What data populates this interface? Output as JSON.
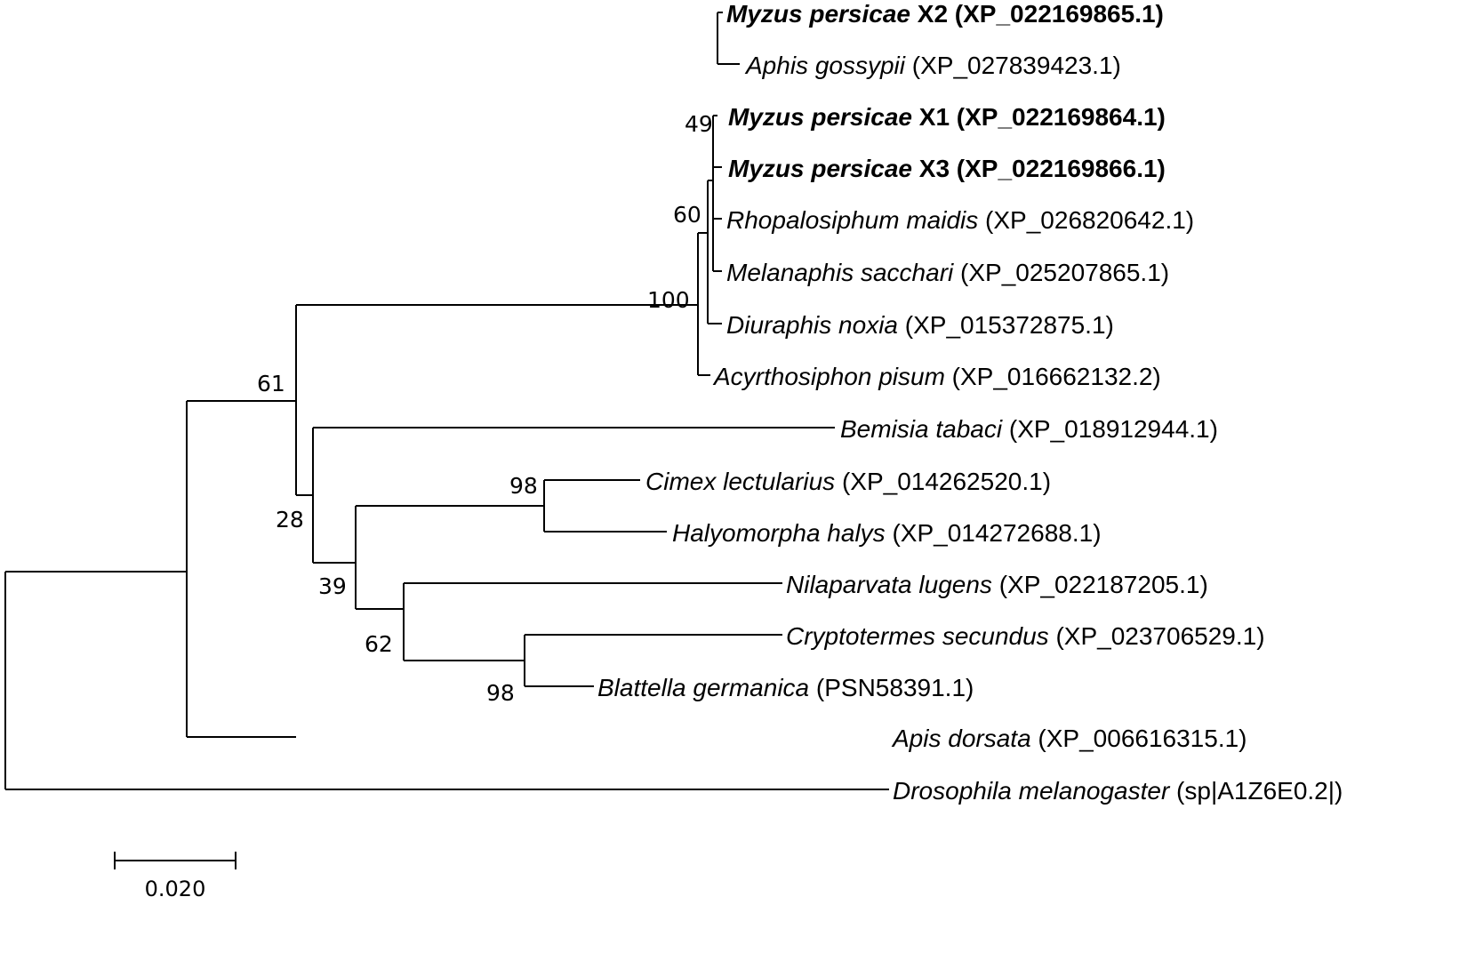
{
  "tree": {
    "taxa": [
      {
        "id": "myzus_x2",
        "species": "Myzus persicae",
        "accession": "X2 (XP_022169865.1)",
        "bold": true
      },
      {
        "id": "aphis",
        "species": "Aphis gossypii",
        "accession": "(XP_027839423.1)",
        "bold": false
      },
      {
        "id": "myzus_x1",
        "species": "Myzus persicae",
        "accession": "X1 (XP_022169864.1)",
        "bold": true
      },
      {
        "id": "myzus_x3",
        "species": "Myzus persicae",
        "accession": "X3 (XP_022169866.1)",
        "bold": true
      },
      {
        "id": "rhopalosiphum",
        "species": "Rhopalosiphum maidis",
        "accession": "(XP_026820642.1)",
        "bold": false
      },
      {
        "id": "melanaphis",
        "species": "Melanaphis sacchari",
        "accession": "(XP_025207865.1)",
        "bold": false
      },
      {
        "id": "diuraphis",
        "species": "Diuraphis noxia",
        "accession": "(XP_015372875.1)",
        "bold": false
      },
      {
        "id": "acyrthosiphon",
        "species": "Acyrthosiphon pisum",
        "accession": "(XP_016662132.2)",
        "bold": false
      },
      {
        "id": "bemisia",
        "species": "Bemisia tabaci",
        "accession": "(XP_018912944.1)",
        "bold": false
      },
      {
        "id": "cimex",
        "species": "Cimex lectularius",
        "accession": "(XP_014262520.1)",
        "bold": false
      },
      {
        "id": "halyomorpha",
        "species": "Halyomorpha halys",
        "accession": "(XP_014272688.1)",
        "bold": false
      },
      {
        "id": "nilaparvata",
        "species": "Nilaparvata lugens",
        "accession": "(XP_022187205.1)",
        "bold": false
      },
      {
        "id": "cryptotermes",
        "species": "Cryptotermes secundus",
        "accession": "(XP_023706529.1)",
        "bold": false
      },
      {
        "id": "blattella",
        "species": "Blattella germanica",
        "accession": "(PSN58391.1)",
        "bold": false
      },
      {
        "id": "apis",
        "species": "Apis dorsata",
        "accession": "(XP_006616315.1)",
        "bold": false
      },
      {
        "id": "drosophila",
        "species": "Drosophila melanogaster",
        "accession": "(sp|A1Z6E0.2|)",
        "bold": false
      }
    ],
    "bootstrap": [
      {
        "id": "n49",
        "value": "49"
      },
      {
        "id": "n60",
        "value": "60"
      },
      {
        "id": "n100",
        "value": "100"
      },
      {
        "id": "n61",
        "value": "61"
      },
      {
        "id": "n98a",
        "value": "98"
      },
      {
        "id": "n28",
        "value": "28"
      },
      {
        "id": "n39",
        "value": "39"
      },
      {
        "id": "n62",
        "value": "62"
      },
      {
        "id": "n98b",
        "value": "98"
      }
    ],
    "scale_bar": {
      "label": "0.020",
      "length": 0.02
    }
  }
}
